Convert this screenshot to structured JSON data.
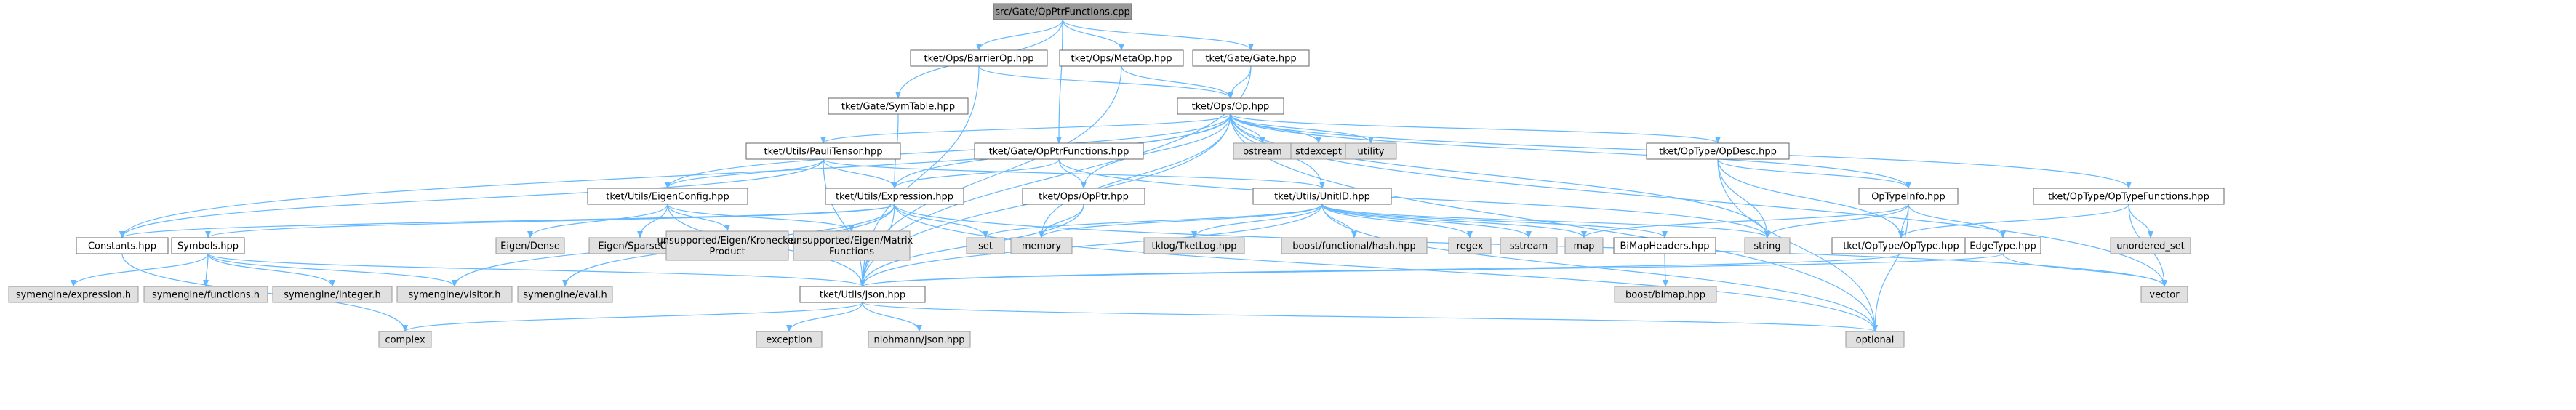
{
  "colors": {
    "root_fill": "#999999",
    "file_fill": "#ffffff",
    "external_fill": "#e0e0e0",
    "node_border": "#666666",
    "external_border": "#999999",
    "edge": "#63b8ff"
  },
  "nodes": [
    {
      "id": "root",
      "kind": "root",
      "label": "src/Gate/OpPtrFunctions.cpp"
    },
    {
      "id": "barrier_op",
      "kind": "file",
      "label": "tket/Ops/BarrierOp.hpp"
    },
    {
      "id": "meta_op",
      "kind": "file",
      "label": "tket/Ops/MetaOp.hpp"
    },
    {
      "id": "gate_hpp",
      "kind": "file",
      "label": "tket/Gate/Gate.hpp"
    },
    {
      "id": "sym_table",
      "kind": "file",
      "label": "tket/Gate/SymTable.hpp"
    },
    {
      "id": "op_hpp",
      "kind": "file",
      "label": "tket/Ops/Op.hpp"
    },
    {
      "id": "pauli_tensor",
      "kind": "file",
      "label": "tket/Utils/PauliTensor.hpp"
    },
    {
      "id": "opptr_functions_hpp",
      "kind": "file",
      "label": "tket/Gate/OpPtrFunctions.hpp"
    },
    {
      "id": "ostream",
      "kind": "external",
      "label": "ostream"
    },
    {
      "id": "stdexcept",
      "kind": "external",
      "label": "stdexcept"
    },
    {
      "id": "utility",
      "kind": "external",
      "label": "utility"
    },
    {
      "id": "op_desc",
      "kind": "file",
      "label": "tket/OpType/OpDesc.hpp"
    },
    {
      "id": "eigen_config",
      "kind": "file",
      "label": "tket/Utils/EigenConfig.hpp"
    },
    {
      "id": "expression",
      "kind": "file",
      "label": "tket/Utils/Expression.hpp"
    },
    {
      "id": "opptr_hpp",
      "kind": "file",
      "label": "tket/Ops/OpPtr.hpp"
    },
    {
      "id": "unit_id",
      "kind": "file",
      "label": "tket/Utils/UnitID.hpp"
    },
    {
      "id": "op_type_info",
      "kind": "file",
      "label": "OpTypeInfo.hpp"
    },
    {
      "id": "op_type_functions",
      "kind": "file",
      "label": "tket/OpType/OpTypeFunctions.hpp"
    },
    {
      "id": "constants",
      "kind": "file",
      "label": "Constants.hpp"
    },
    {
      "id": "symbols",
      "kind": "file",
      "label": "Symbols.hpp"
    },
    {
      "id": "eigen_dense",
      "kind": "external",
      "label": "Eigen/Dense"
    },
    {
      "id": "eigen_sparse",
      "kind": "external",
      "label": "Eigen/SparseCore"
    },
    {
      "id": "eigen_kron",
      "kind": "external",
      "label": [
        "unsupported/Eigen/Kronecker",
        "Product"
      ]
    },
    {
      "id": "eigen_matrix",
      "kind": "external",
      "label": [
        "unsupported/Eigen/Matrix",
        "Functions"
      ]
    },
    {
      "id": "set",
      "kind": "external",
      "label": "set"
    },
    {
      "id": "memory",
      "kind": "external",
      "label": "memory"
    },
    {
      "id": "tklog",
      "kind": "external",
      "label": "tklog/TketLog.hpp"
    },
    {
      "id": "boost_hash",
      "kind": "external",
      "label": "boost/functional/hash.hpp"
    },
    {
      "id": "regex",
      "kind": "external",
      "label": "regex"
    },
    {
      "id": "sstream",
      "kind": "external",
      "label": "sstream"
    },
    {
      "id": "map",
      "kind": "external",
      "label": "map"
    },
    {
      "id": "bimap_headers",
      "kind": "file",
      "label": "BiMapHeaders.hpp"
    },
    {
      "id": "string",
      "kind": "external",
      "label": "string"
    },
    {
      "id": "op_type_hpp",
      "kind": "file",
      "label": "tket/OpType/OpType.hpp"
    },
    {
      "id": "edge_type",
      "kind": "file",
      "label": "EdgeType.hpp"
    },
    {
      "id": "unordered_set",
      "kind": "external",
      "label": "unordered_set"
    },
    {
      "id": "sym_expression",
      "kind": "external",
      "label": "symengine/expression.h"
    },
    {
      "id": "sym_functions",
      "kind": "external",
      "label": "symengine/functions.h"
    },
    {
      "id": "sym_integer",
      "kind": "external",
      "label": "symengine/integer.h"
    },
    {
      "id": "sym_visitor",
      "kind": "external",
      "label": "symengine/visitor.h"
    },
    {
      "id": "sym_eval",
      "kind": "external",
      "label": "symengine/eval.h"
    },
    {
      "id": "json_hpp",
      "kind": "file",
      "label": "tket/Utils/Json.hpp"
    },
    {
      "id": "boost_bimap",
      "kind": "external",
      "label": "boost/bimap.hpp"
    },
    {
      "id": "vector",
      "kind": "external",
      "label": "vector"
    },
    {
      "id": "complex",
      "kind": "external",
      "label": "complex"
    },
    {
      "id": "exception",
      "kind": "external",
      "label": "exception"
    },
    {
      "id": "nlohmann_json",
      "kind": "external",
      "label": "nlohmann/json.hpp"
    },
    {
      "id": "optional",
      "kind": "external",
      "label": "optional"
    }
  ],
  "edges": [
    [
      "root",
      "barrier_op"
    ],
    [
      "root",
      "meta_op"
    ],
    [
      "root",
      "gate_hpp"
    ],
    [
      "root",
      "sym_table"
    ],
    [
      "root",
      "opptr_functions_hpp"
    ],
    [
      "barrier_op",
      "op_hpp"
    ],
    [
      "barrier_op",
      "json_hpp"
    ],
    [
      "meta_op",
      "op_hpp"
    ],
    [
      "meta_op",
      "json_hpp"
    ],
    [
      "gate_hpp",
      "op_hpp"
    ],
    [
      "gate_hpp",
      "json_hpp"
    ],
    [
      "sym_table",
      "expression"
    ],
    [
      "op_hpp",
      "pauli_tensor"
    ],
    [
      "op_hpp",
      "ostream"
    ],
    [
      "op_hpp",
      "stdexcept"
    ],
    [
      "op_hpp",
      "utility"
    ],
    [
      "op_hpp",
      "op_desc"
    ],
    [
      "op_hpp",
      "op_type_info"
    ],
    [
      "op_hpp",
      "op_type_functions"
    ],
    [
      "op_hpp",
      "constants"
    ],
    [
      "op_hpp",
      "eigen_config"
    ],
    [
      "op_hpp",
      "expression"
    ],
    [
      "op_hpp",
      "opptr_hpp"
    ],
    [
      "op_hpp",
      "unit_id"
    ],
    [
      "op_hpp",
      "memory"
    ],
    [
      "op_hpp",
      "string"
    ],
    [
      "op_hpp",
      "json_hpp"
    ],
    [
      "op_hpp",
      "vector"
    ],
    [
      "op_hpp",
      "optional"
    ],
    [
      "pauli_tensor",
      "constants"
    ],
    [
      "pauli_tensor",
      "eigen_config"
    ],
    [
      "pauli_tensor",
      "expression"
    ],
    [
      "pauli_tensor",
      "unit_id"
    ],
    [
      "pauli_tensor",
      "json_hpp"
    ],
    [
      "opptr_functions_hpp",
      "expression"
    ],
    [
      "opptr_functions_hpp",
      "opptr_hpp"
    ],
    [
      "opptr_functions_hpp",
      "string"
    ],
    [
      "op_desc",
      "op_type_info"
    ],
    [
      "op_desc",
      "string"
    ],
    [
      "op_desc",
      "op_type_hpp"
    ],
    [
      "op_desc",
      "optional"
    ],
    [
      "eigen_config",
      "eigen_dense"
    ],
    [
      "eigen_config",
      "eigen_sparse"
    ],
    [
      "eigen_config",
      "eigen_kron"
    ],
    [
      "eigen_config",
      "eigen_matrix"
    ],
    [
      "eigen_config",
      "json_hpp"
    ],
    [
      "expression",
      "constants"
    ],
    [
      "expression",
      "symbols"
    ],
    [
      "expression",
      "set"
    ],
    [
      "expression",
      "json_hpp"
    ],
    [
      "expression",
      "vector"
    ],
    [
      "expression",
      "optional"
    ],
    [
      "expression",
      "sym_visitor"
    ],
    [
      "expression",
      "sym_eval"
    ],
    [
      "opptr_hpp",
      "memory"
    ],
    [
      "opptr_hpp",
      "json_hpp"
    ],
    [
      "unit_id",
      "set"
    ],
    [
      "unit_id",
      "memory"
    ],
    [
      "unit_id",
      "tklog"
    ],
    [
      "unit_id",
      "boost_hash"
    ],
    [
      "unit_id",
      "regex"
    ],
    [
      "unit_id",
      "sstream"
    ],
    [
      "unit_id",
      "map"
    ],
    [
      "unit_id",
      "bimap_headers"
    ],
    [
      "unit_id",
      "string"
    ],
    [
      "unit_id",
      "json_hpp"
    ],
    [
      "unit_id",
      "optional"
    ],
    [
      "op_type_info",
      "map"
    ],
    [
      "op_type_info",
      "string"
    ],
    [
      "op_type_info",
      "op_type_hpp"
    ],
    [
      "op_type_info",
      "edge_type"
    ],
    [
      "op_type_info",
      "optional"
    ],
    [
      "op_type_functions",
      "op_type_hpp"
    ],
    [
      "op_type_functions",
      "unordered_set"
    ],
    [
      "op_type_functions",
      "vector"
    ],
    [
      "constants",
      "complex"
    ],
    [
      "symbols",
      "sym_expression"
    ],
    [
      "symbols",
      "sym_functions"
    ],
    [
      "symbols",
      "sym_integer"
    ],
    [
      "symbols",
      "sym_visitor"
    ],
    [
      "symbols",
      "json_hpp"
    ],
    [
      "bimap_headers",
      "boost_bimap"
    ],
    [
      "op_type_hpp",
      "json_hpp"
    ],
    [
      "edge_type",
      "json_hpp"
    ],
    [
      "edge_type",
      "vector"
    ],
    [
      "json_hpp",
      "complex"
    ],
    [
      "json_hpp",
      "exception"
    ],
    [
      "json_hpp",
      "nlohmann_json"
    ],
    [
      "json_hpp",
      "optional"
    ]
  ]
}
